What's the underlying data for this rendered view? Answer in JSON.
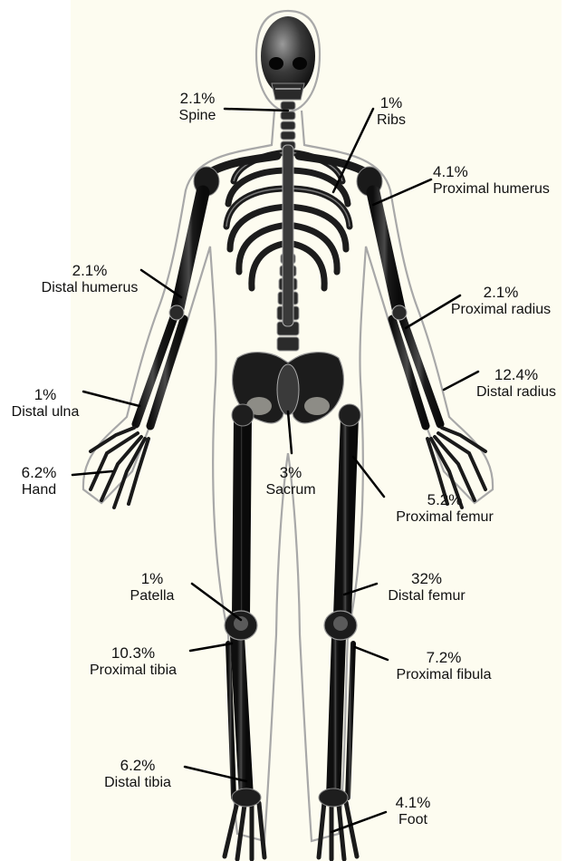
{
  "labels": [
    {
      "id": "spine",
      "percent": "2.1%",
      "name": "Spine"
    },
    {
      "id": "ribs",
      "percent": "1%",
      "name": "Ribs"
    },
    {
      "id": "proximal-humerus",
      "percent": "4.1%",
      "name": "Proximal humerus"
    },
    {
      "id": "distal-humerus",
      "percent": "2.1%",
      "name": "Distal humerus"
    },
    {
      "id": "proximal-radius",
      "percent": "2.1%",
      "name": "Proximal radius"
    },
    {
      "id": "distal-radius",
      "percent": "12.4%",
      "name": "Distal radius"
    },
    {
      "id": "distal-ulna",
      "percent": "1%",
      "name": "Distal ulna"
    },
    {
      "id": "hand",
      "percent": "6.2%",
      "name": "Hand"
    },
    {
      "id": "sacrum",
      "percent": "3%",
      "name": "Sacrum"
    },
    {
      "id": "proximal-femur",
      "percent": "5.2%",
      "name": "Proximal femur"
    },
    {
      "id": "patella",
      "percent": "1%",
      "name": "Patella"
    },
    {
      "id": "distal-femur",
      "percent": "32%",
      "name": "Distal femur"
    },
    {
      "id": "proximal-tibia",
      "percent": "10.3%",
      "name": "Proximal tibia"
    },
    {
      "id": "proximal-fibula",
      "percent": "7.2%",
      "name": "Proximal fibula"
    },
    {
      "id": "distal-tibia",
      "percent": "6.2%",
      "name": "Distal tibia"
    },
    {
      "id": "foot",
      "percent": "4.1%",
      "name": "Foot"
    }
  ],
  "colors": {
    "background": "#fdfcf0",
    "bone": "#1e1e1e",
    "bone_highlight": "#8a8a8a",
    "body_outline": "#9a9a9a",
    "leader_line": "#000000"
  }
}
